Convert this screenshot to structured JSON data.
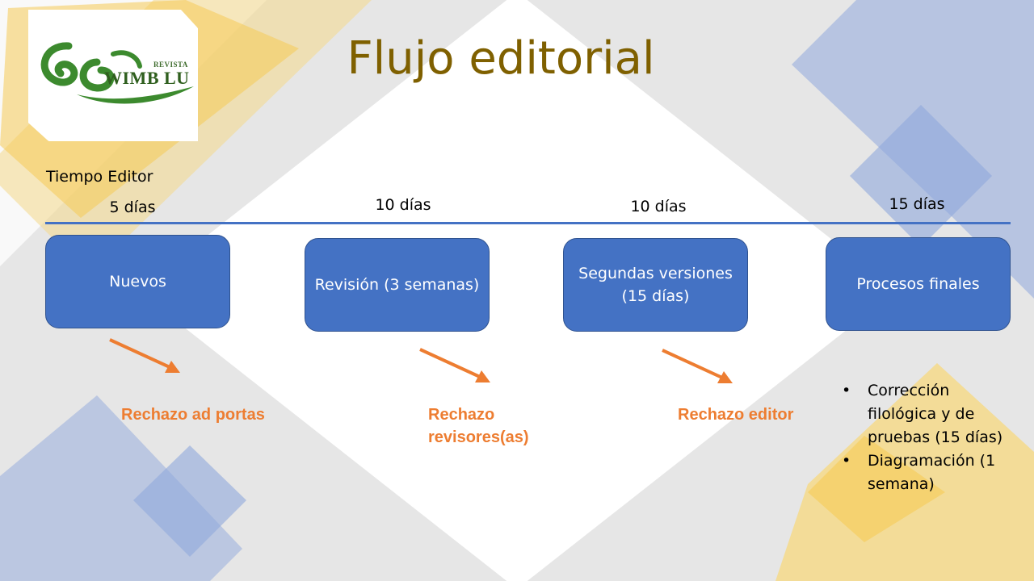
{
  "title": "Flujo editorial",
  "logo": {
    "small_text": "REVISTA",
    "name": "WIMB LU"
  },
  "timeline": {
    "label": "Tiempo Editor",
    "durations": [
      "5 días",
      "10 días",
      "10 días",
      "15 días"
    ]
  },
  "stages": [
    {
      "label": "Nuevos"
    },
    {
      "label": "Revisión (3 semanas)"
    },
    {
      "label": "Segundas versiones (15 días)"
    },
    {
      "label": "Procesos finales"
    }
  ],
  "rejections": [
    "Rechazo ad portas",
    "Rechazo revisores(as)",
    "Rechazo editor"
  ],
  "final_tasks": [
    "Corrección filológica y de pruebas (15 días)",
    "Diagramación (1 semana)"
  ],
  "colors": {
    "box_fill": "#4472c4",
    "title": "#7f6000",
    "rejection": "#ed7d31",
    "accent_yellow": "#f7c843",
    "accent_blue": "#8fa8dc"
  }
}
